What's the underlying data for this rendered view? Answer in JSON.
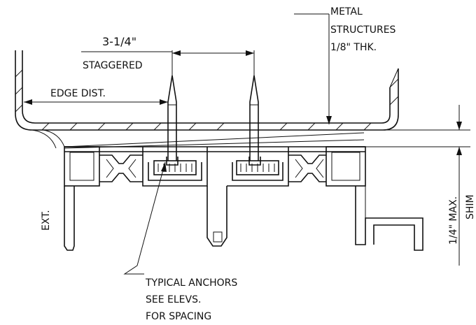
{
  "labels": {
    "metal_structures": [
      "METAL",
      "STRUCTURES",
      "1/8\" THK."
    ],
    "dimension": "3-1/4\"",
    "staggered": "STAGGERED",
    "edge_dist": "EDGE DIST.",
    "ext": "EXT.",
    "shim": "SHIM",
    "max": "1/4\" MAX.",
    "anchors": [
      "TYPICAL ANCHORS",
      "SEE ELEVS.",
      "FOR SPACING"
    ]
  },
  "colors": {
    "line": "#111111",
    "background": "#ffffff"
  }
}
